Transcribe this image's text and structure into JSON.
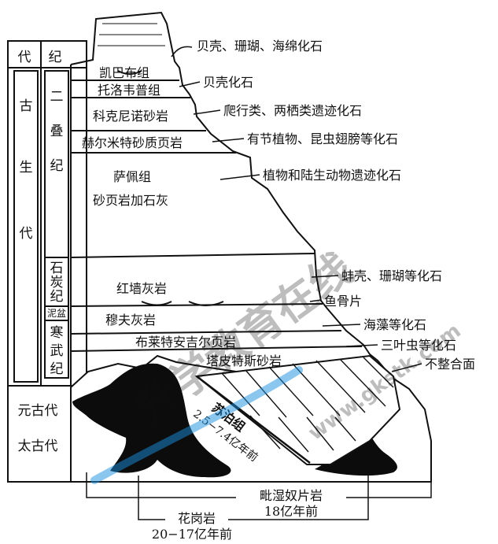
{
  "colors": {
    "ink": "#111111",
    "dark_rock": "#0c0c0c",
    "paper": "#ffffff",
    "watermark": "#1a8fe0"
  },
  "columns": {
    "dai": "代",
    "ji": "纪",
    "paleozoic": [
      "古",
      "生",
      "代"
    ],
    "permian": [
      "二",
      "叠",
      "纪"
    ],
    "carboniferous": [
      "石",
      "炭",
      "纪"
    ],
    "devonian": "泥盆",
    "cambrian": [
      "寒",
      "武",
      "纪"
    ],
    "proterozoic": "元古代",
    "archean": "太古代"
  },
  "layers": [
    {
      "name": "凯巴布组"
    },
    {
      "name": "托洛韦普组"
    },
    {
      "name": "科克尼诺砂岩"
    },
    {
      "name": "赫尔米特砂质页岩"
    },
    {
      "name": "萨佩组"
    },
    {
      "name": "砂页岩加石灰"
    },
    {
      "name": "红墙灰岩"
    },
    {
      "name": "穆夫灰岩"
    },
    {
      "name": "布莱特安吉尔页岩"
    },
    {
      "name": "塔皮特斯砂岩"
    }
  ],
  "fossils": [
    "贝壳、珊瑚、海绵化石",
    "贝壳化石",
    "爬行类、两栖类遗迹化石",
    "有节植物、昆虫翅膀等化石",
    "植物和陆生动物遗迹化石",
    "蚌壳、珊瑚等化石",
    "鱼骨片",
    "海藻等化石",
    "三叶虫等化石",
    "不整合面"
  ],
  "vishnu": {
    "name": "毗湿奴片岩",
    "age": "18亿年前"
  },
  "granite": {
    "name": "花岗岩",
    "age": "20−17亿年前"
  },
  "sutuo": {
    "name": "苏泊组",
    "age": "2.5−7.4亿年前"
  },
  "watermark": {
    "cn": "升学教育在线",
    "url": "www.gkstk.com"
  }
}
